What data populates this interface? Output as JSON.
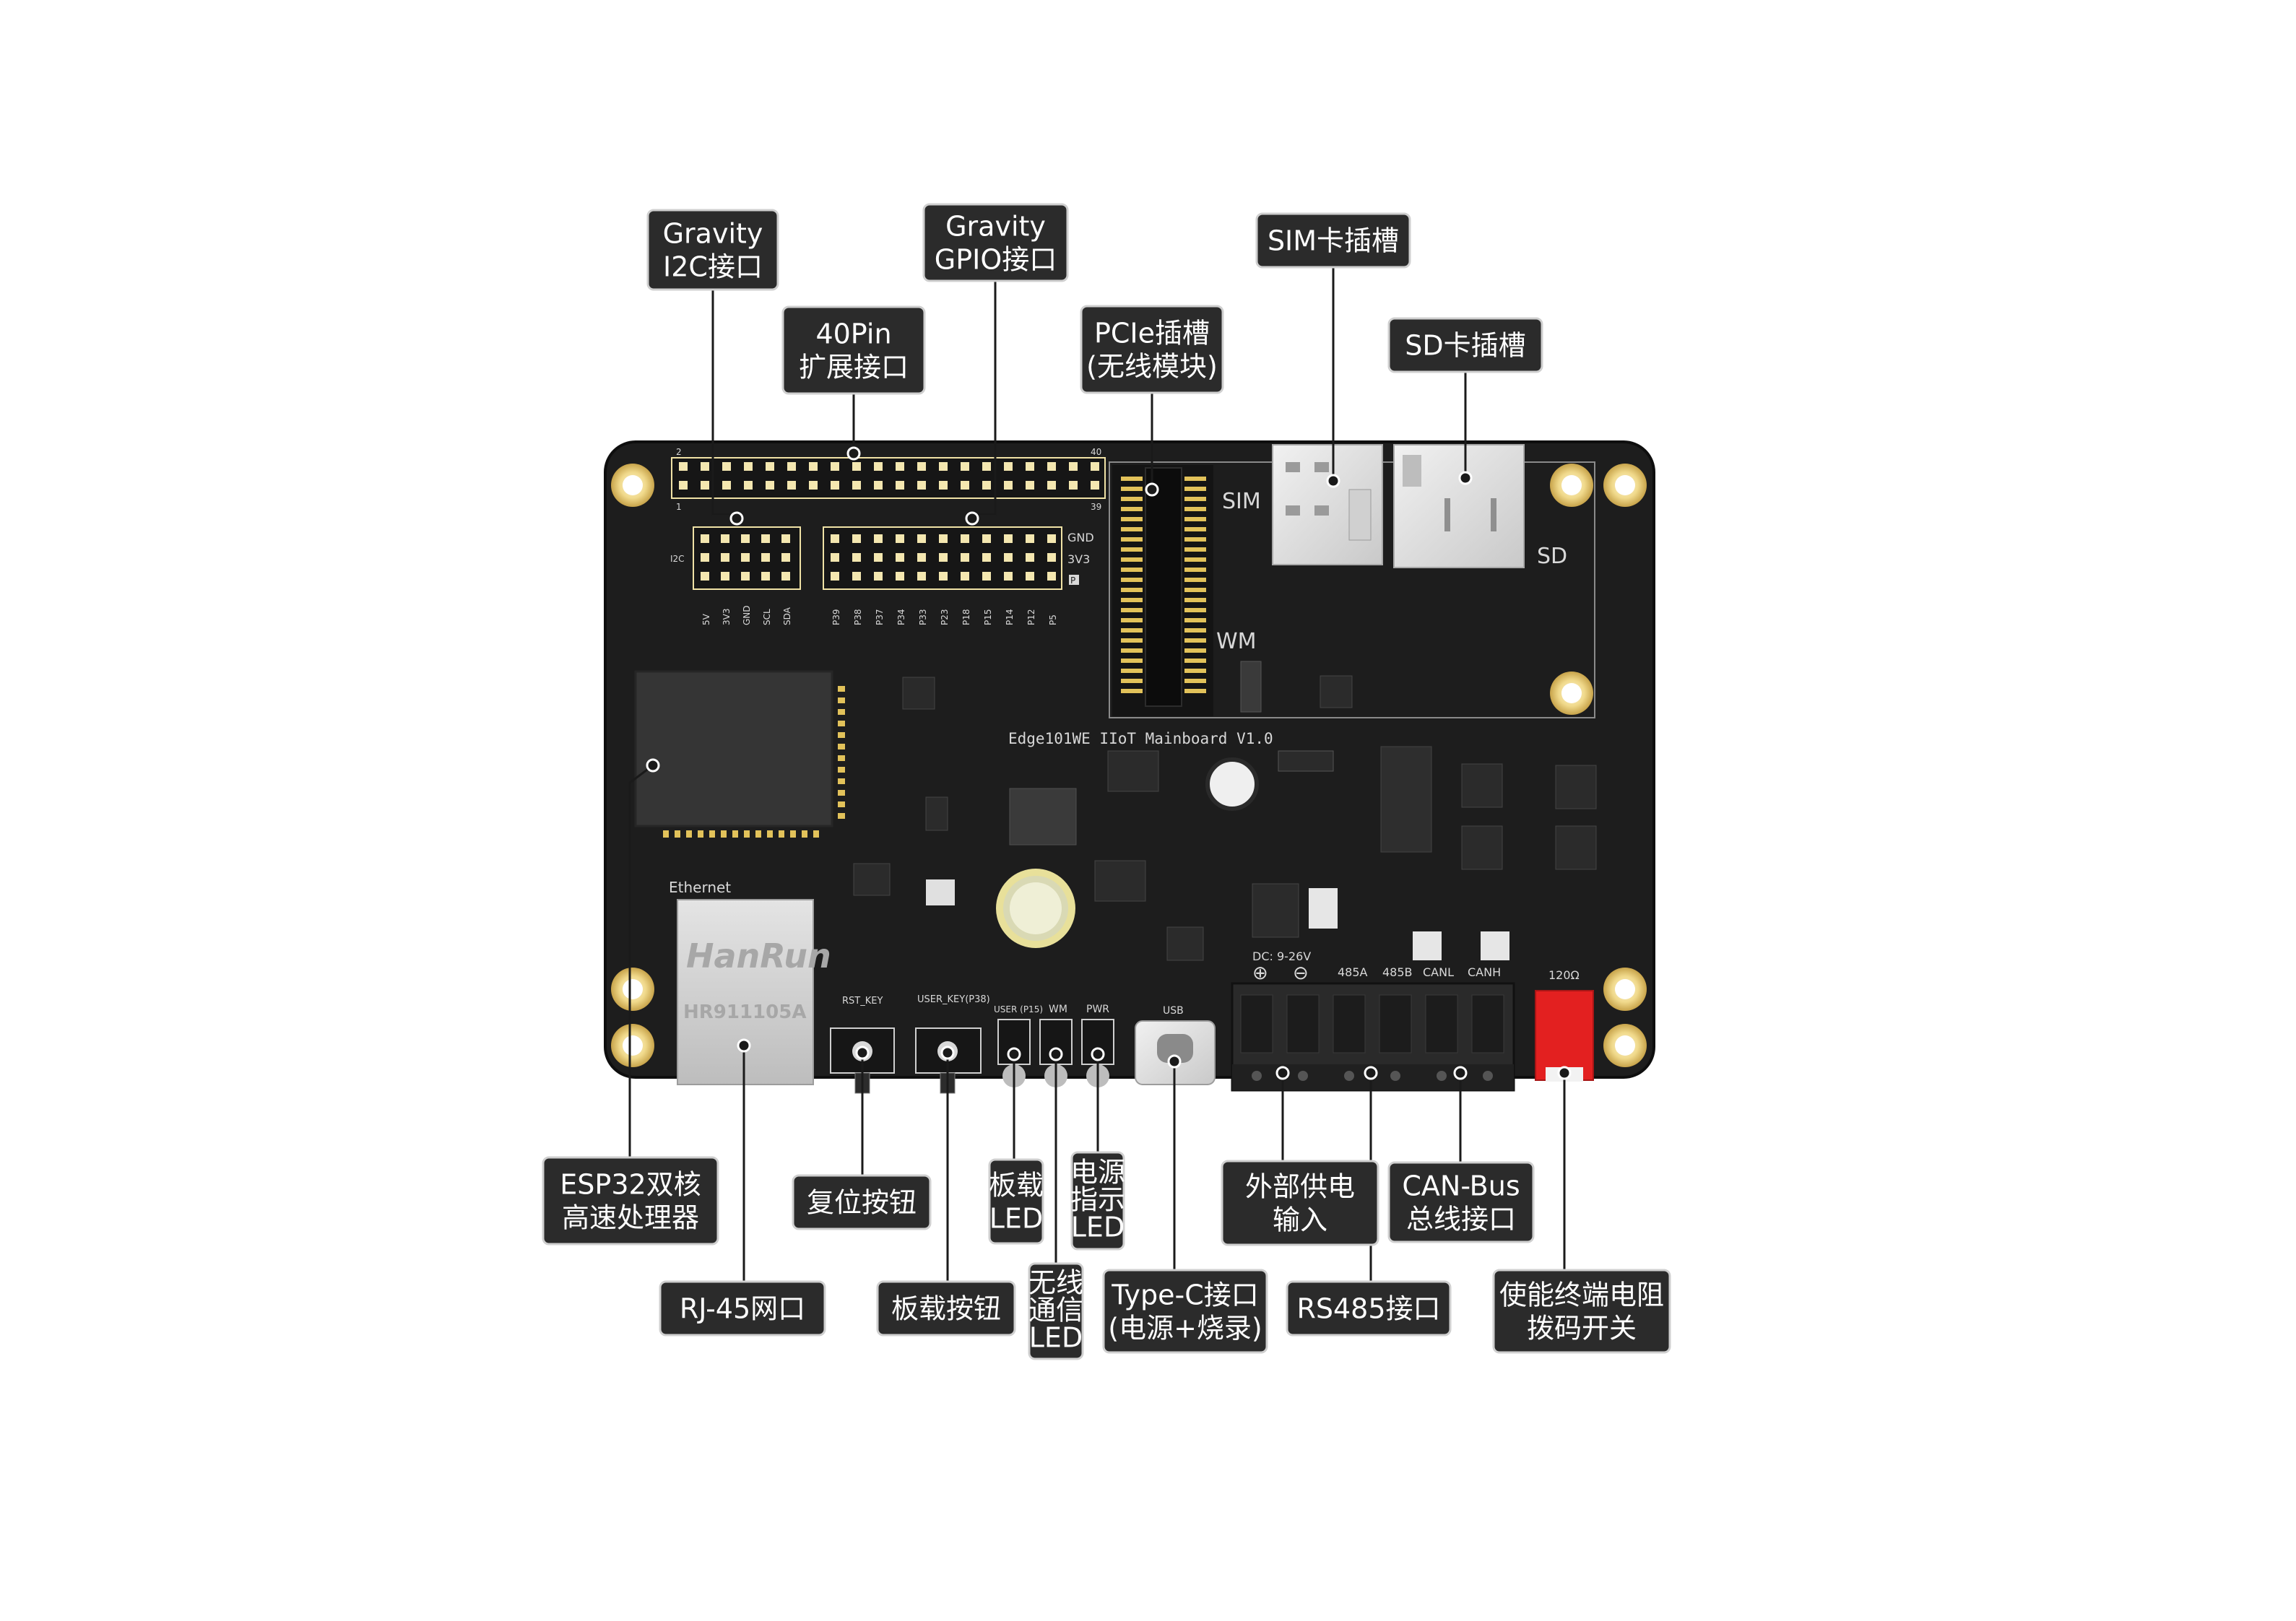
{
  "board": {
    "title": "Edge101WE IIoT Mainboard V1.0",
    "ethernet_label": "Ethernet",
    "rj45_brand": "HanRun",
    "rj45_model": "HR911105A",
    "sim_label": "SIM",
    "sd_label": "SD",
    "wm_label": "WM",
    "header_num_2": "2",
    "header_num_40": "40",
    "header_num_1": "1",
    "header_num_39": "39",
    "i2c_label": "I2C",
    "i2c_pins": [
      "5V",
      "3V3",
      "GND",
      "SCL",
      "SDA"
    ],
    "gpio_pins": [
      "P39",
      "P38",
      "P37",
      "P34",
      "P33",
      "P23",
      "P18",
      "P15",
      "P14",
      "P12",
      "P5"
    ],
    "gpio_rail_gnd": "GND",
    "gpio_rail_3v3": "3V3",
    "gpio_rail_p": "P",
    "rst_key": "RST_KEY",
    "user_key": "USER_KEY(P38)",
    "led_user": "USER (P15)",
    "led_wm": "WM",
    "led_pwr": "PWR",
    "usb": "USB",
    "dc_label": "DC: 9-26V",
    "plus": "⊕",
    "minus": "⊖",
    "t_485a": "485A",
    "t_485b": "485B",
    "t_canl": "CANL",
    "t_canh": "CANH",
    "ohm_120": "120Ω"
  },
  "callouts": {
    "gravity_i2c": [
      "Gravity",
      "I2C接口"
    ],
    "gravity_gpio": [
      "Gravity",
      "GPIO接口"
    ],
    "pin40": [
      "40Pin",
      "扩展接口"
    ],
    "pcie": [
      "PCIe插槽",
      "(无线模块)"
    ],
    "sim": [
      "SIM卡插槽"
    ],
    "sd": [
      "SD卡插槽"
    ],
    "esp32": [
      "ESP32双核",
      "高速处理器"
    ],
    "reset": [
      "复位按钮"
    ],
    "board_led": [
      "板载",
      "LED"
    ],
    "power_led": [
      "电源",
      "指示",
      "LED"
    ],
    "dc_in": [
      "外部供电",
      "输入"
    ],
    "canbus": [
      "CAN-Bus",
      "总线接口"
    ],
    "rj45": [
      "RJ-45网口"
    ],
    "user_btn": [
      "板载按钮"
    ],
    "wm_led": [
      "无线",
      "通信",
      "LED"
    ],
    "typec": [
      "Type-C接口",
      "(电源+烧录)"
    ],
    "rs485": [
      "RS485接口"
    ],
    "term_switch": [
      "使能终端电阻",
      "拨码开关"
    ]
  },
  "colors": {
    "pcb": "#1d1d1d",
    "callout_bg": "#2b2b2b",
    "callout_border": "#cfcfcf",
    "gold": "#e7c87a",
    "pin": "#f4e7b0",
    "switch_red": "#e32020",
    "terminal": "#2a2a2a"
  }
}
